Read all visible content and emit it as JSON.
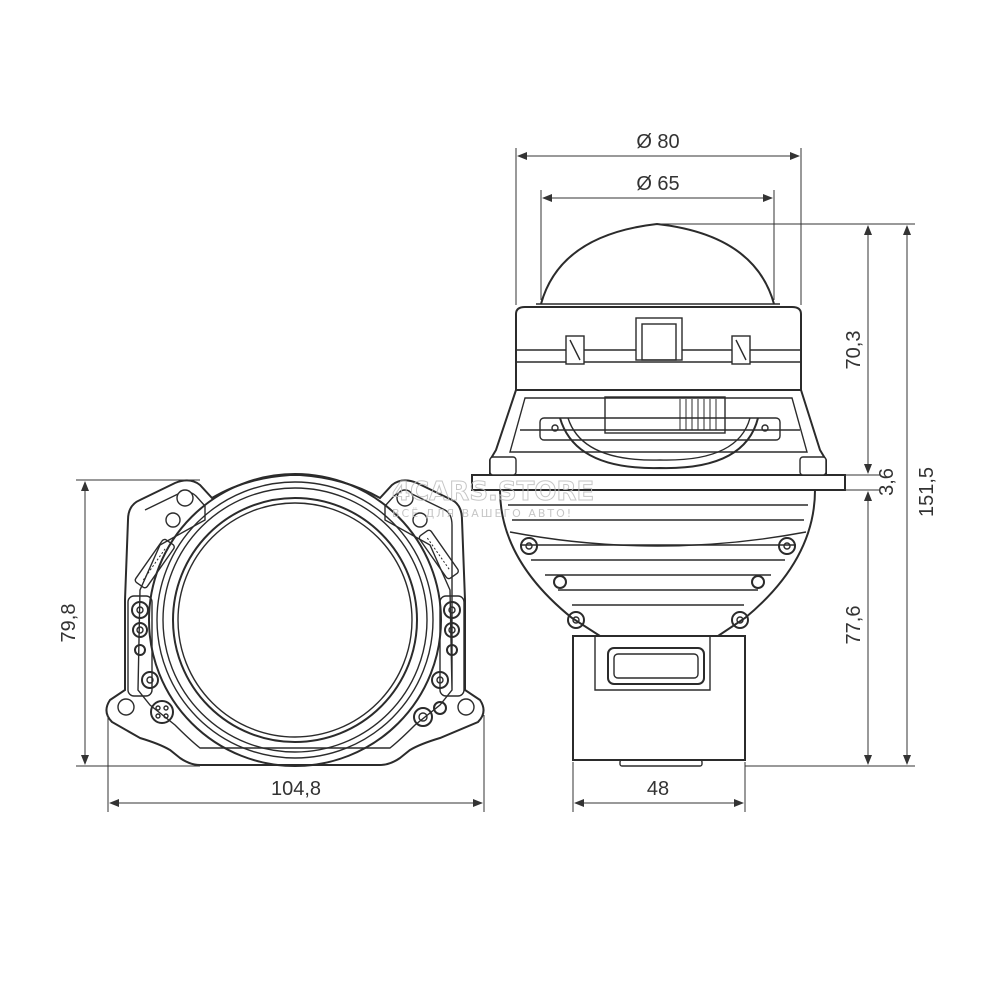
{
  "drawing": {
    "dimensions": {
      "diameter_outer": "Ø 80",
      "diameter_inner": "Ø 65",
      "height_upper": "70,3",
      "flange_thickness": "3,6",
      "total_height": "151,5",
      "height_lower": "77,6",
      "front_height": "79,8",
      "front_width": "104,8",
      "base_width": "48"
    },
    "watermark": {
      "brand": "4CARS.STORE",
      "slogan": "ВСЁ ДЛЯ ВАШЕГО АВТО!"
    },
    "colors": {
      "line": "#2b2b2b",
      "dimension": "#333333",
      "watermark": "#bdbdbd"
    }
  }
}
